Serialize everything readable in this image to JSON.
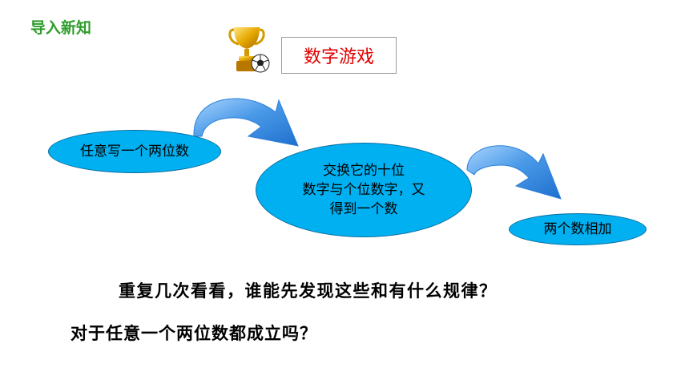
{
  "section_label": "导入新知",
  "title": "数字游戏",
  "steps": [
    {
      "text": "任意写一个两位数"
    },
    {
      "lines": [
        "交换它的十位",
        "数字与个位数字，又",
        "得到一个数"
      ]
    },
    {
      "text": "两个数相加"
    }
  ],
  "questions": [
    "重复几次看看，谁能先发现这些和有什么规律？",
    "对于任意一个两位数都成立吗？"
  ],
  "colors": {
    "section_label": "#2e9c2a",
    "title_text": "#e00000",
    "bubble_fill": "#00b0f0",
    "arrow": "#3d8fe0"
  },
  "icons": [
    "trophy-soccer-icon",
    "curved-arrow-icon"
  ]
}
